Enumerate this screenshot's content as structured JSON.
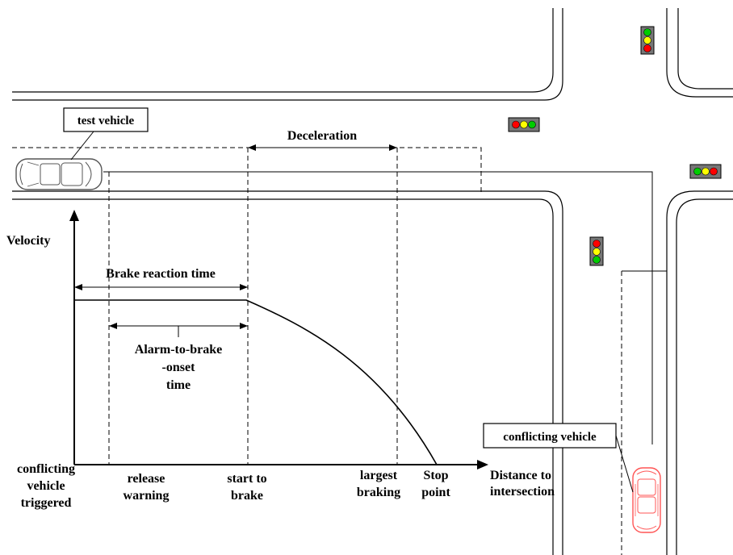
{
  "labels": {
    "test_vehicle": "test vehicle",
    "deceleration": "Deceleration",
    "velocity": "Velocity",
    "brake_reaction_time": "Brake reaction time",
    "alarm_line1": "Alarm-to-brake",
    "alarm_line2": "-onset",
    "alarm_line3": "time",
    "conflicting_vehicle": "conflicting vehicle"
  },
  "x_axis": {
    "title_line1": "Distance to",
    "title_line2": "intersection",
    "ticks": {
      "triggered": [
        "conflicting",
        "vehicle",
        "triggered"
      ],
      "release": [
        "release",
        "warning"
      ],
      "start": [
        "start to",
        "brake"
      ],
      "largest": [
        "largest",
        "braking"
      ],
      "stop": [
        "Stop",
        "point"
      ]
    }
  },
  "colors": {
    "signal_red": "#ff0000",
    "signal_yellow": "#ffff00",
    "signal_green": "#00cc00",
    "signal_housing": "#777777",
    "test_vehicle": "#555555",
    "conflicting_vehicle": "#ff5555"
  },
  "icons": {
    "test_vehicle": "car-top-view-icon",
    "conflicting_vehicle": "car-top-view-icon",
    "signals": "traffic-light-icon"
  }
}
